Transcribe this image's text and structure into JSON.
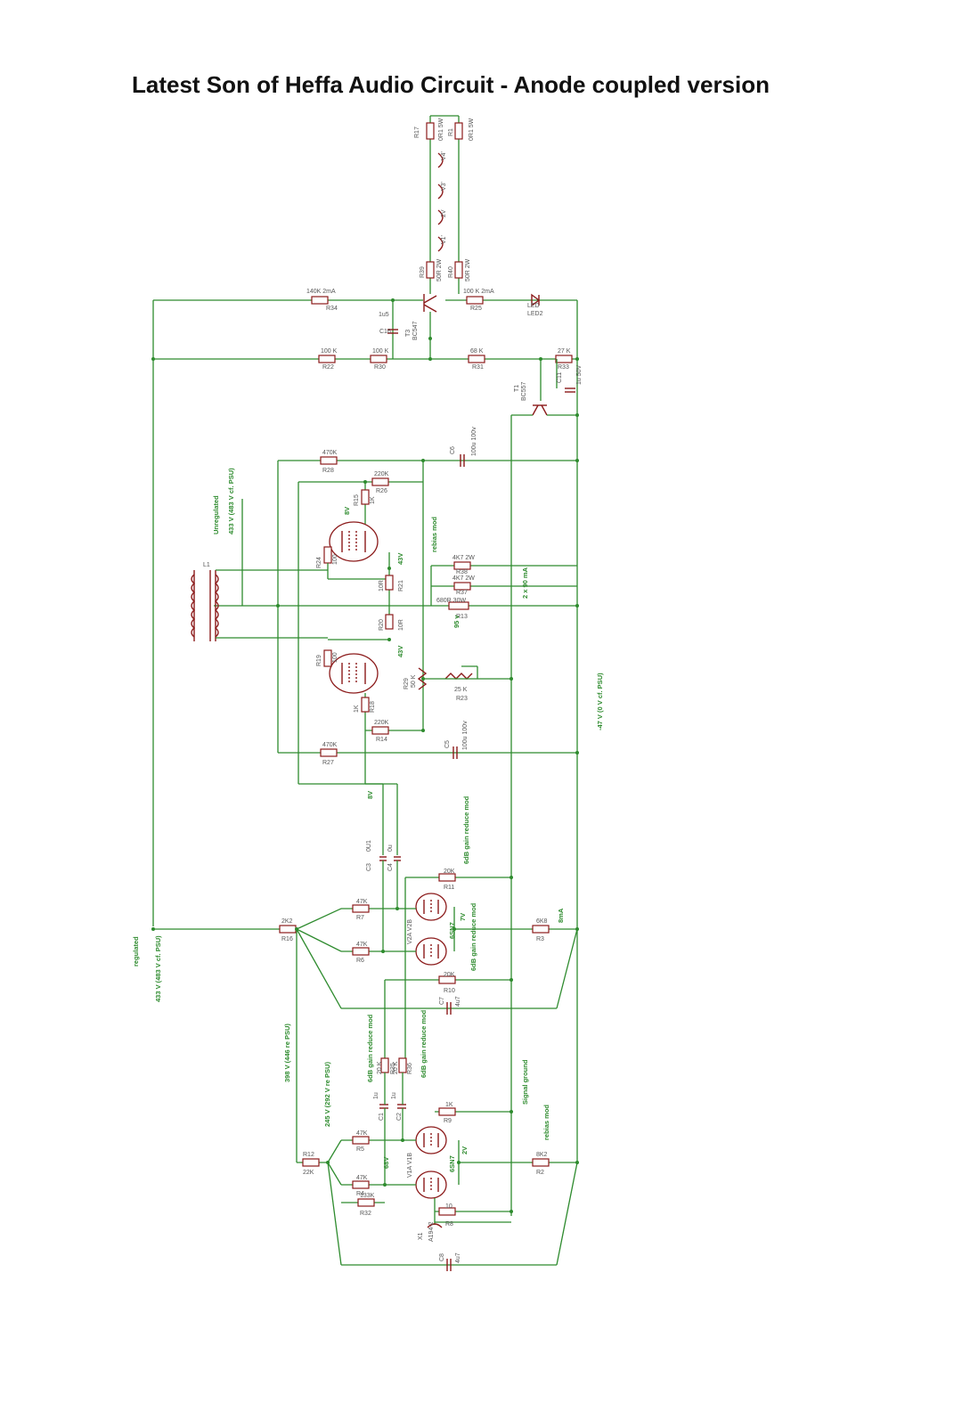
{
  "title": "Latest Son of Heffa Audio Circuit - Anode coupled version",
  "labels": {
    "r17": "R17",
    "r17v": "0R1 5W",
    "r1": "R1",
    "r1v": "0R1 5W",
    "v4": "V4'",
    "v3": "V3'",
    "v2": "2V",
    "v1": "V1'",
    "r39": "R39",
    "r39v": "50R 2W",
    "r40": "R40",
    "r40v": "50R 2W",
    "r34": "R34",
    "r34v": "140K 2mA",
    "r25": "R25",
    "r25v": "100 K 2mA",
    "c16": "C16",
    "c16v": "1u5",
    "t3": "T3",
    "t3v": "BC547",
    "led": "LED",
    "led2": "LED2",
    "r22": "R22",
    "r22v": "100 K",
    "r30": "R30",
    "r30v": "100 K",
    "r31": "R31",
    "r31v": "68 K",
    "r33": "R33",
    "r33v": "27 K",
    "c11": "C11",
    "c11v": "1u 50V",
    "t1": "T1",
    "t1v": "BC557",
    "r28": "R28",
    "r28v": "470K",
    "c6": "C6",
    "c6v": "100u 100v",
    "r26": "R26",
    "r26v": "220K",
    "r15": "R15",
    "r15v": "1K",
    "v8a": "8V",
    "unreg": "Unregulated",
    "unregv": "433 V (483 V cf. PSU)",
    "l1": "L1",
    "r24": "R24",
    "r24v": "100",
    "v43a": "43V",
    "v43b": "43V",
    "r21": "R21",
    "r21v": "10R",
    "r20": "R20",
    "r20v": "10R",
    "rebias": "rebias mod",
    "r38": "R38",
    "r38v": "4K7 2W",
    "r37": "R37",
    "r37v": "4K7 2W",
    "r13": "R13",
    "r13v": "680R 30W",
    "v95": "95 v",
    "i2x90": "2 x 90 mA",
    "r19": "R19",
    "r19v": "100",
    "r29": "R29",
    "r29v": "50 K",
    "r23": "R23",
    "r23v": "25 K",
    "r18": "R18",
    "r18v": "1K",
    "r14": "R14",
    "r14v": "220K",
    "c5": "C5",
    "c5v": "100u 100v",
    "r27": "R27",
    "r27v": "470K",
    "neg47": "-47 V (0 V cf. PSU)",
    "v8b": "8V",
    "c3": "C3",
    "c3v": "0U1",
    "c4": "C4",
    "c4v": "0u",
    "gain1": "6dB gain reduce mod",
    "r11": "R11",
    "r11v": "20K",
    "r7": "R7",
    "r7v": "47K",
    "v2a": "V2A V2B",
    "sn7a": "6SN7",
    "v7": "7V",
    "gain2": "6dB gain reduce mod",
    "r16": "R16",
    "r16v": "2K2",
    "r6": "R6",
    "r6v": "47K",
    "r3": "R3",
    "r3v": "6K8",
    "i8": "8mA",
    "regulated": "regulated",
    "regv": "433 V (483 V cf. PSU)",
    "r10": "R10",
    "r10v": "20K",
    "c7": "C7",
    "c7v": "4u7",
    "v398": "398 V (446 re PSU)",
    "gain3": "6dB gain reduce mod",
    "gain4": "6dB gain reduce mod",
    "r35": "R35",
    "r35v": "20 K",
    "r36": "R36",
    "r36v": "20 K",
    "c1": "C1",
    "c1v": "1u",
    "c2": "C2",
    "c2v": "1u",
    "r9": "R9",
    "r9v": "1K",
    "sigground": "Signal ground",
    "rebias2": "rebias mod",
    "v245": "245 V (292 V re PSU)",
    "r5": "R5",
    "r5v": "47K",
    "v1a": "V1A V1B",
    "v68": "68V",
    "sn7b": "6SN7",
    "r12": "R12",
    "r12v": "22K",
    "r2": "R2",
    "r2v": "8K2",
    "r4": "R4",
    "r4v": "47K",
    "r32": "R32",
    "r32v": "133K",
    "r8": "R8",
    "r8v": "10",
    "x1": "X1",
    "x1v": "A194-2",
    "c8": "C8",
    "c8v": "4u7"
  }
}
